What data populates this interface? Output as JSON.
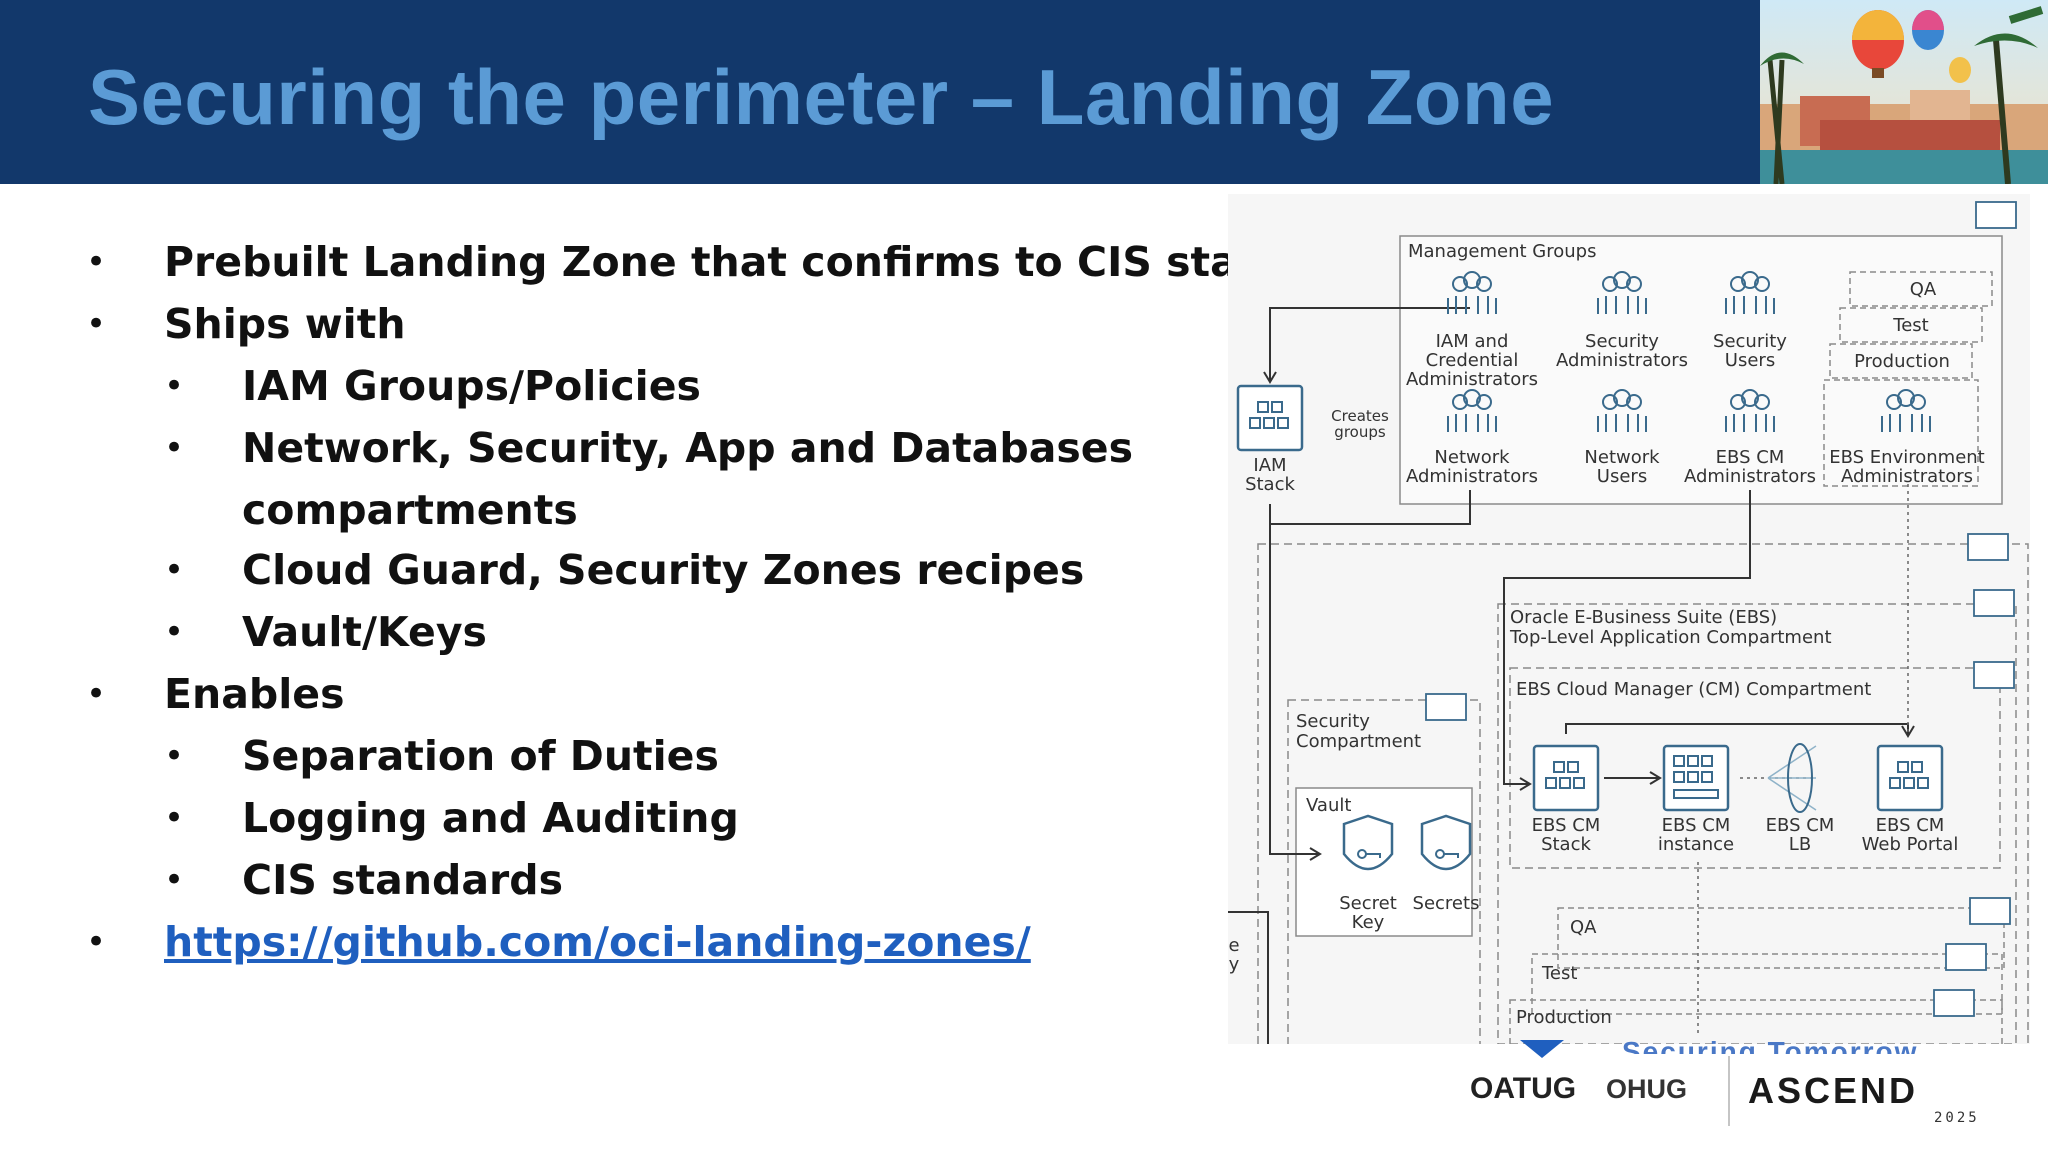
{
  "slide": {
    "title": "Securing the perimeter – Landing Zone",
    "bullets": [
      {
        "text": "Prebuilt Landing Zone that confirms to CIS standards"
      },
      {
        "text": "Ships with"
      },
      {
        "text": "IAM Groups/Policies"
      },
      {
        "text": "Network, Security, App and Databases"
      },
      {
        "text": "compartments"
      },
      {
        "text": "Cloud Guard, Security Zones recipes"
      },
      {
        "text": "Vault/Keys"
      },
      {
        "text": "Enables"
      },
      {
        "text": "Separation of Duties"
      },
      {
        "text": "Logging and Auditing"
      },
      {
        "text": "CIS standards"
      },
      {
        "text": "https://github.com/oci-landing-zones/"
      }
    ],
    "bullet_glyph": "•"
  },
  "diagram": {
    "management_groups_label": "Management Groups",
    "groups": [
      {
        "label": "IAM and\nCredential\nAdministrators"
      },
      {
        "label": "Security\nAdministrators"
      },
      {
        "label": "Security\nUsers"
      },
      {
        "label": "Network\nAdministrators"
      },
      {
        "label": "Network\nUsers"
      },
      {
        "label": "EBS CM\nAdministrators"
      },
      {
        "label": "EBS Environment\nAdministrators"
      }
    ],
    "env_tabs": [
      "QA",
      "Test",
      "Production"
    ],
    "iam_stack_label": "IAM\nStack",
    "creates_groups_label": "Creates\ngroups",
    "ebs_top_label": "Oracle E-Business Suite (EBS)\nTop-Level Application Compartment",
    "ebs_cm_label": "EBS Cloud Manager (CM) Compartment",
    "ebs_nodes": [
      {
        "label": "EBS CM\nStack"
      },
      {
        "label": "EBS CM\ninstance"
      },
      {
        "label": "EBS CM\nLB"
      },
      {
        "label": "EBS CM\nWeb Portal"
      }
    ],
    "security_compartment_label": "Security\nCompartment",
    "vault_label": "Vault",
    "vault_items": [
      {
        "label": "Secret\nKey"
      },
      {
        "label": "Secrets"
      }
    ],
    "bottom_envs": [
      "QA",
      "Test",
      "Production"
    ],
    "left_edge_fragment": "e\ny"
  },
  "footer": {
    "logo_oatug": "OATUG",
    "logo_ohug": "OHUG",
    "logo_ascend": "ASCEND",
    "logo_year": "2025",
    "watermark_text": "Securing Tomorrow"
  },
  "colors": {
    "header_bg": "#12386b",
    "title": "#5b9bd5",
    "link": "#1f5fbf",
    "diagram_icon": "#3a6a8c"
  }
}
